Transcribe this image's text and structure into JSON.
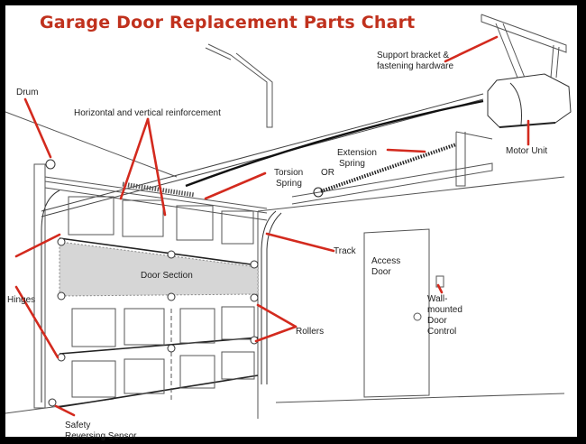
{
  "title": "Garage Door Replacement Parts Chart",
  "accent_color": "#c0311d",
  "leader_color": "#d32a1e",
  "labels": {
    "support_bracket": "Support bracket &",
    "support_bracket_2": "fastening hardware",
    "drum": "Drum",
    "reinforcement": "Horizontal and vertical reinforcement",
    "motor_unit": "Motor Unit",
    "extension_spring_1": "Extension",
    "extension_spring_2": "Spring",
    "torsion_spring_1": "Torsion",
    "torsion_spring_2": "Spring",
    "or": "OR",
    "door_section": "Door Section",
    "track": "Track",
    "access_door_1": "Access",
    "access_door_2": "Door",
    "hinges": "Hinges",
    "rollers": "Rollers",
    "wall_control_1": "Wall-",
    "wall_control_2": "mounted",
    "wall_control_3": "Door",
    "wall_control_4": "Control",
    "safety_sensor_1": "Safety",
    "safety_sensor_2": "Reversing Sensor"
  }
}
